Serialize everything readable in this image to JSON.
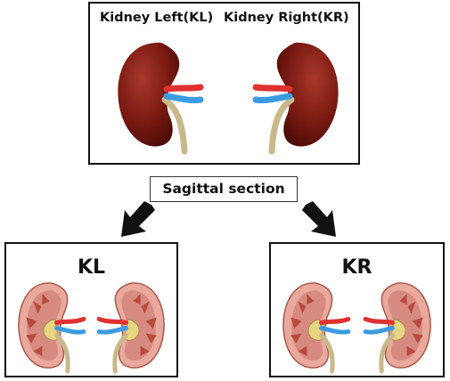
{
  "top": {
    "left_label": "Kidney Left(KL)",
    "right_label": "Kidney Right(KR)"
  },
  "section_label": "Sagittal section",
  "left_panel": {
    "title": "KL"
  },
  "right_panel": {
    "title": "KR"
  },
  "colors": {
    "kidney": "#7a1a12",
    "artery": "#e03030",
    "vein": "#3c9be0",
    "ureter": "#c8b98a",
    "cortex": "#e9a99d",
    "medulla": "#b94a3e"
  }
}
